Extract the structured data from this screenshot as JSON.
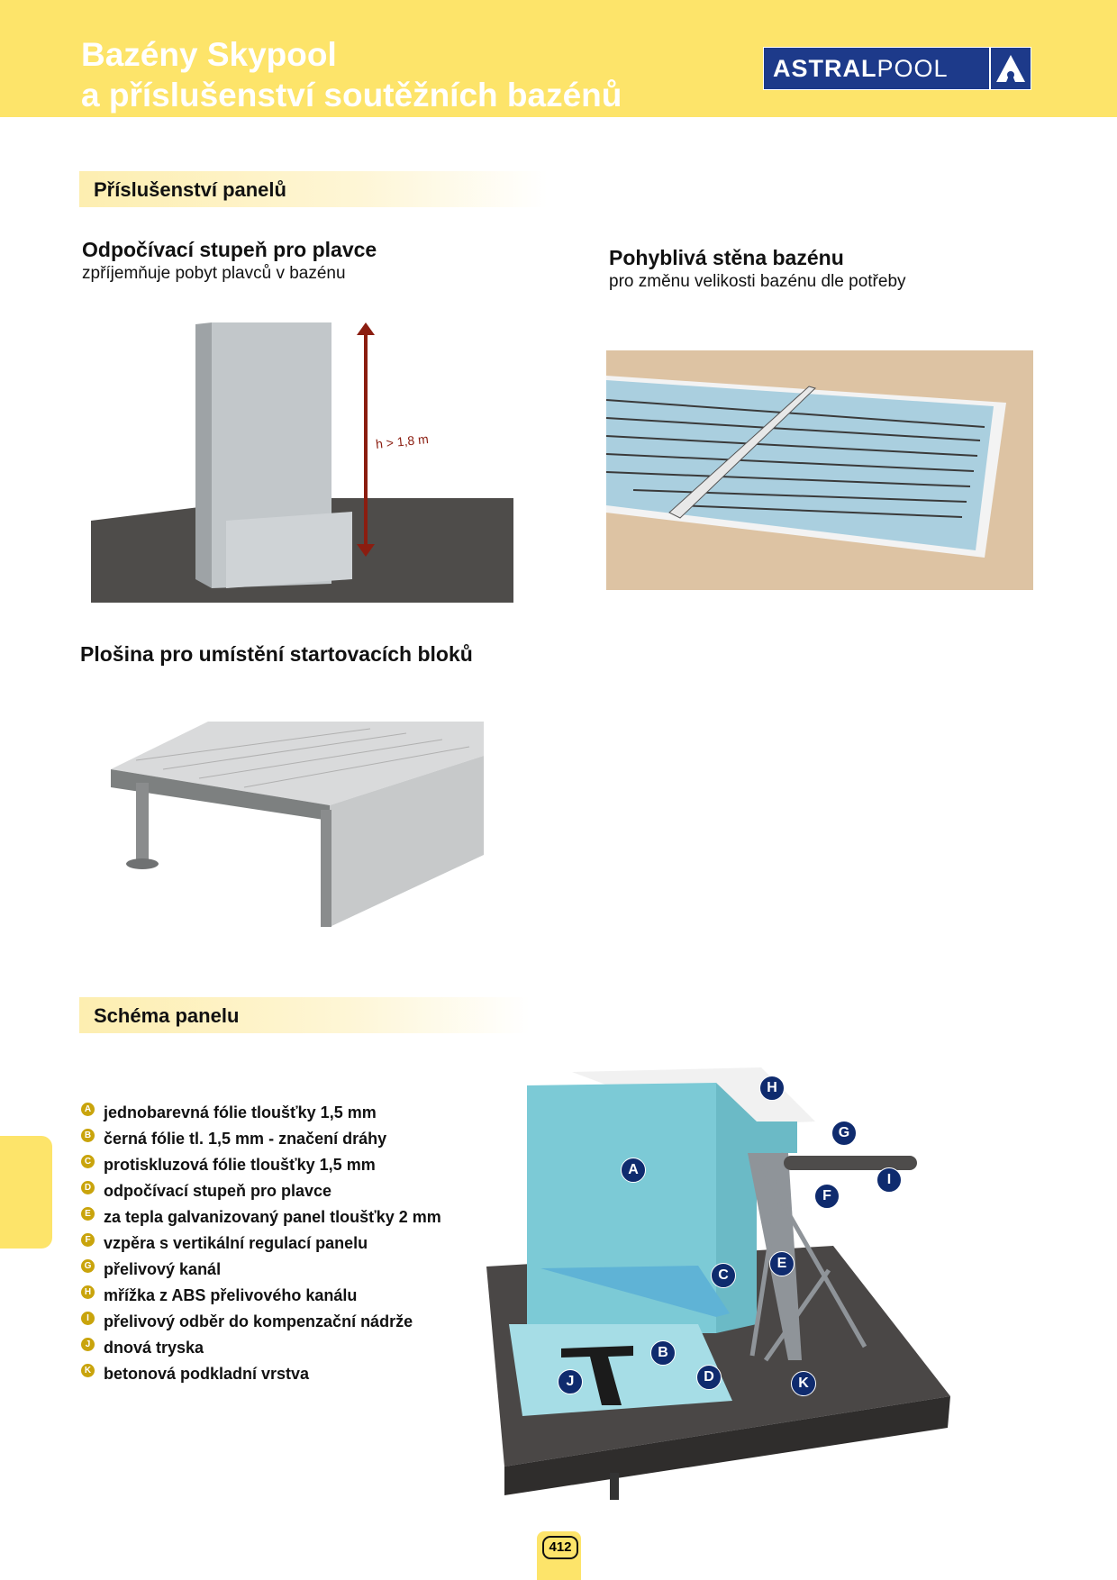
{
  "header": {
    "title_line1": "Bazény Skypool",
    "title_line2": "a příslušenství soutěžních bazénů",
    "logo_bold": "ASTRAL",
    "logo_light": "POOL"
  },
  "section1": {
    "title": "Příslušenství panelů"
  },
  "item1": {
    "title": "Odpočívací stupeň pro plavce",
    "subtitle": "zpříjemňuje pobyt plavců v bazénu",
    "dimension": "h > 1,8 m"
  },
  "item2": {
    "title": "Pohyblivá stěna bazénu",
    "subtitle": "pro změnu velikosti bazénu dle potřeby"
  },
  "item3": {
    "title": "Plošina pro umístění startovacích bloků"
  },
  "section2": {
    "title": "Schéma panelu"
  },
  "legend": [
    {
      "key": "A",
      "text": "jednobarevná fólie tloušťky 1,5 mm"
    },
    {
      "key": "B",
      "text": "černá fólie tl. 1,5 mm - značení dráhy"
    },
    {
      "key": "C",
      "text": "protiskluzová fólie tloušťky 1,5 mm"
    },
    {
      "key": "D",
      "text": "odpočívací stupeň pro plavce"
    },
    {
      "key": "E",
      "text": "za tepla galvanizovaný panel tloušťky 2 mm"
    },
    {
      "key": "F",
      "text": "vzpěra s vertikální regulací panelu"
    },
    {
      "key": "G",
      "text": "přelivový kanál"
    },
    {
      "key": "H",
      "text": "mřížka z ABS přelivového kanálu"
    },
    {
      "key": "I",
      "text": "přelivový odběr do kompenzační nádrže"
    },
    {
      "key": "J",
      "text": "dnová tryska"
    },
    {
      "key": "K",
      "text": "betonová podkladní vrstva"
    }
  ],
  "page_number": "412",
  "colors": {
    "yellow": "#fde46a",
    "navy": "#0f2b6e",
    "bullet": "#c9a40c"
  }
}
